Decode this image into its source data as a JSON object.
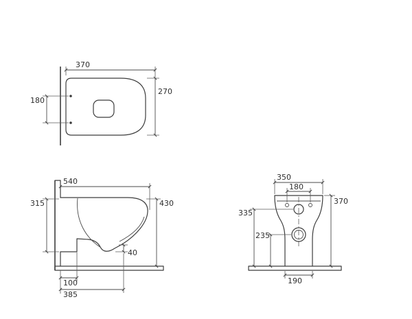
{
  "drawing": {
    "background": "#ffffff",
    "line_color": "#3c3c3c",
    "plan_view": {
      "dim_depth": "370",
      "dim_width": "270",
      "dim_fixing_spacing": "180"
    },
    "side_view": {
      "dim_depth": "540",
      "dim_body_height": "315",
      "dim_rim_height": "430",
      "dim_lip": "40",
      "dim_wall_offset": "100",
      "dim_bottom_depth": "385"
    },
    "front_view": {
      "dim_width": "350",
      "dim_fixing_spacing": "180",
      "dim_height": "370",
      "dim_inlet_height": "335",
      "dim_outlet_height": "235",
      "dim_base_width": "190"
    }
  }
}
